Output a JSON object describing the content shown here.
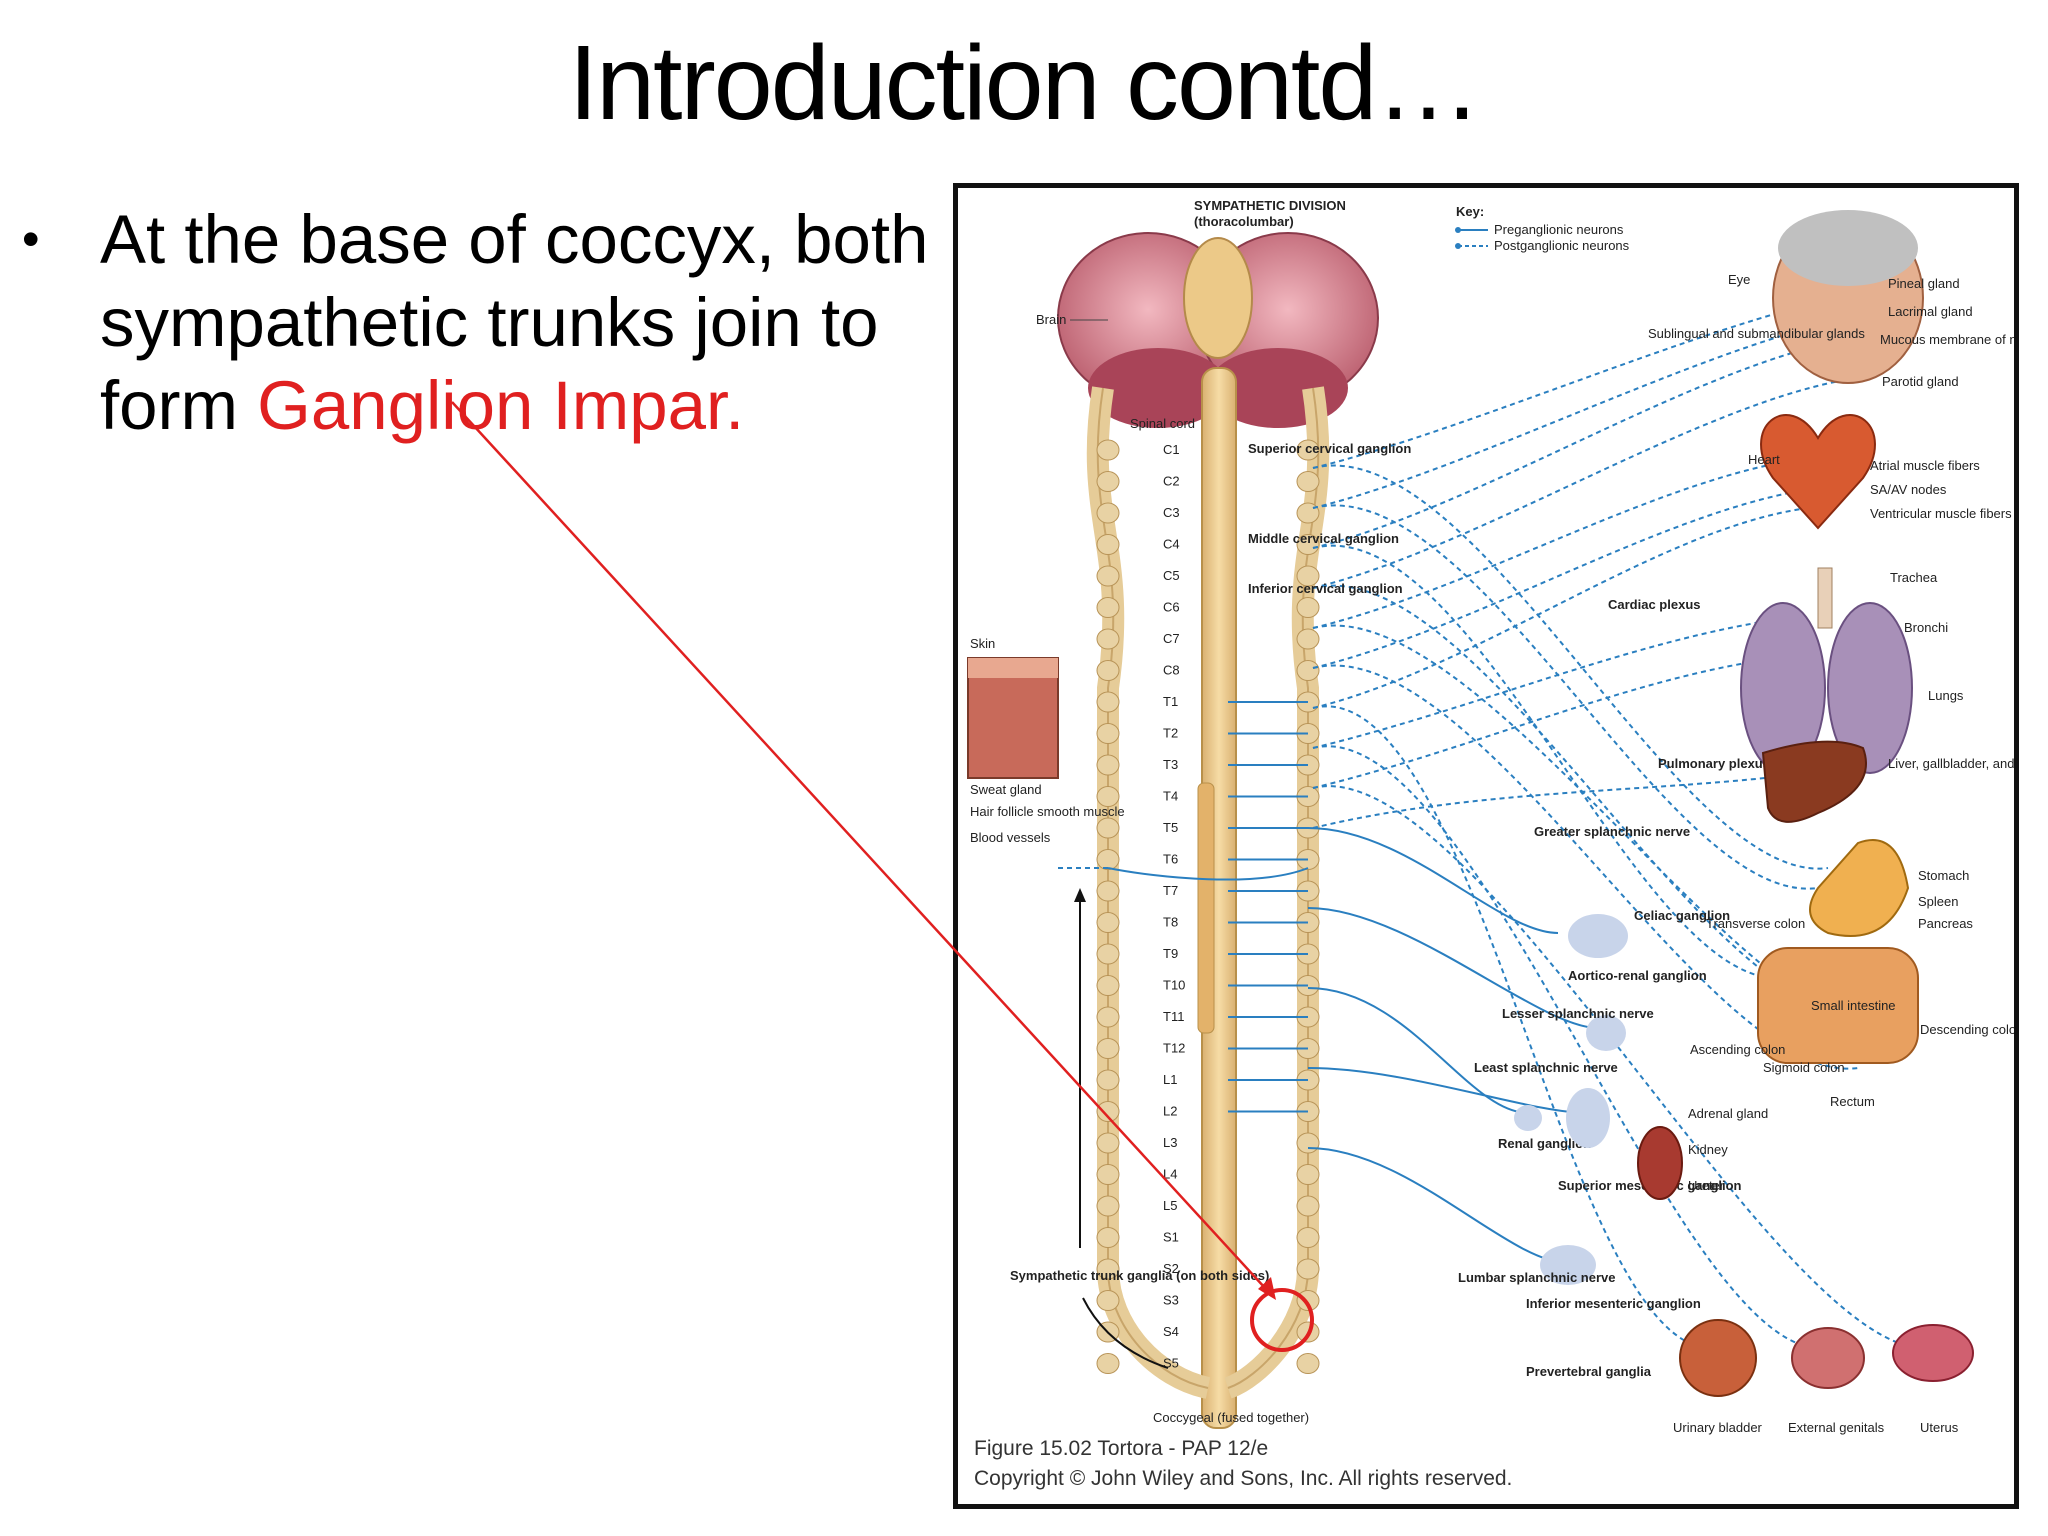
{
  "slide": {
    "title": "Introduction contd…",
    "bullet": {
      "text_before": "At the base of coccyx, both sympathetic trunks join to form ",
      "highlight": "Ganglion Impar."
    }
  },
  "figure": {
    "heading_line1": "SYMPATHETIC DIVISION",
    "heading_line2": "(thoracolumbar)",
    "key_title": "Key:",
    "key_pre": "Preganglionic neurons",
    "key_post": "Postganglionic neurons",
    "caption_line1": "Figure 15.02  Tortora - PAP 12/e",
    "caption_line2": "Copyright © John Wiley and Sons, Inc. All rights reserved.",
    "segments": [
      "C1",
      "C2",
      "C3",
      "C4",
      "C5",
      "C6",
      "C7",
      "C8",
      "T1",
      "T2",
      "T3",
      "T4",
      "T5",
      "T6",
      "T7",
      "T8",
      "T9",
      "T10",
      "T11",
      "T12",
      "L1",
      "L2",
      "L3",
      "L4",
      "L5",
      "S1",
      "S2",
      "S3",
      "S4",
      "S5"
    ],
    "labels": {
      "brain": "Brain",
      "spinal_cord": "Spinal cord",
      "superior_cervical": "Superior cervical ganglion",
      "middle_cervical": "Middle cervical ganglion",
      "inferior_cervical": "Inferior cervical ganglion",
      "skin": "Skin",
      "sweat_gland": "Sweat gland",
      "hair_follicle": "Hair follicle smooth muscle",
      "blood_vessels": "Blood vessels",
      "sympathetic_trunk": "Sympathetic trunk ganglia (on both sides)",
      "coccygeal": "Coccygeal (fused together)",
      "eye": "Eye",
      "sublingual": "Sublingual and submandibular glands",
      "pineal": "Pineal gland",
      "lacrimal": "Lacrimal gland",
      "mucous": "Mucous membrane of nose and palate",
      "parotid": "Parotid gland",
      "heart": "Heart",
      "atrial": "Atrial muscle fibers",
      "saav": "SA/AV nodes",
      "ventricular": "Ventricular muscle fibers",
      "cardiac_plexus": "Cardiac plexus",
      "trachea": "Trachea",
      "bronchi": "Bronchi",
      "lungs": "Lungs",
      "pulmonary_plexus": "Pulmonary plexus",
      "liver": "Liver, gallbladder, and bile ducts",
      "greater_splanchnic": "Greater splanchnic nerve",
      "celiac": "Celiac ganglion",
      "transverse_colon": "Transverse colon",
      "stomach": "Stomach",
      "spleen": "Spleen",
      "pancreas": "Pancreas",
      "aorticorenal": "Aortico-renal ganglion",
      "lesser_splanchnic": "Lesser splanchnic nerve",
      "small_intestine": "Small intestine",
      "descending_colon": "Descending colon",
      "ascending_colon": "Ascending colon",
      "sigmoid_colon": "Sigmoid colon",
      "least_splanchnic": "Least splanchnic nerve",
      "rectum": "Rectum",
      "renal_ganglion": "Renal ganglion",
      "adrenal": "Adrenal gland",
      "kidney": "Kidney",
      "ureter": "Ureter",
      "superior_mesenteric": "Superior mesenteric ganglion",
      "lumbar_splanchnic": "Lumbar splanchnic nerve",
      "inferior_mesenteric": "Inferior mesenteric ganglion",
      "prevertebral": "Prevertebral ganglia",
      "urinary_bladder": "Urinary bladder",
      "external_genitals": "External genitals",
      "uterus": "Uterus"
    }
  },
  "colors": {
    "highlight": "#e02020",
    "nerve": "#2a7fc0",
    "cord": "#e8c98a",
    "arrow": "#e02020"
  }
}
